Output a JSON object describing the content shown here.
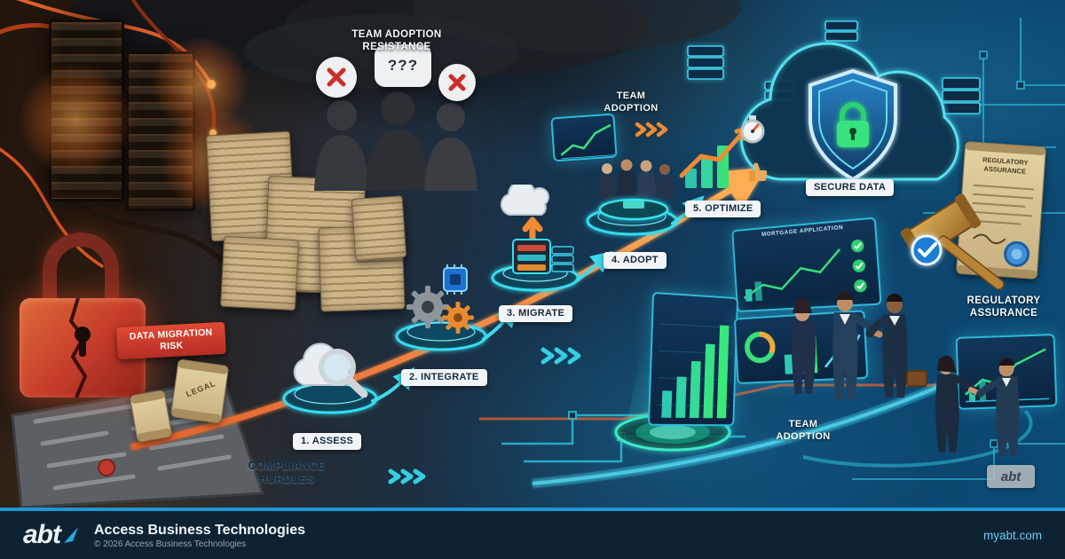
{
  "journey_steps": [
    {
      "label": "1. ASSESS"
    },
    {
      "label": "2. INTEGRATE"
    },
    {
      "label": "3. MIGRATE"
    },
    {
      "label": "4. ADOPT"
    },
    {
      "label": "5. OPTIMIZE"
    }
  ],
  "risks": {
    "team_adoption_resistance": "TEAM ADOPTION RESISTANCE",
    "thought_question": "???",
    "data_migration_risk": "DATA MIGRATION RISK",
    "compliance_hurdles": "COMPLIANCE HURDLES",
    "legal_scroll": "LEGAL"
  },
  "outcomes": {
    "team_adoption_top": "TEAM ADOPTION",
    "secure_data": "SECURE DATA",
    "regulatory_assurance": "REGULATORY ASSURANCE",
    "regulatory_assurance_scroll": "REGULATORY ASSURANCE",
    "mortgage_application": "MORTGAGE APPLICATION",
    "team_adoption_bottom": "TEAM ADOPTION",
    "watermark": "abt"
  },
  "footer": {
    "logo_text": "abt",
    "company_name": "Access Business Technologies",
    "copyright": "© 2026 Access Business Technologies",
    "website": "myabt.com"
  },
  "colors": {
    "accent_cyan": "#2fd3e6",
    "accent_orange": "#f07c2e",
    "risk_red": "#d23b35",
    "secure_green": "#35e07a",
    "footer_bg": "#0d2334",
    "footer_link": "#6fc6f0"
  }
}
